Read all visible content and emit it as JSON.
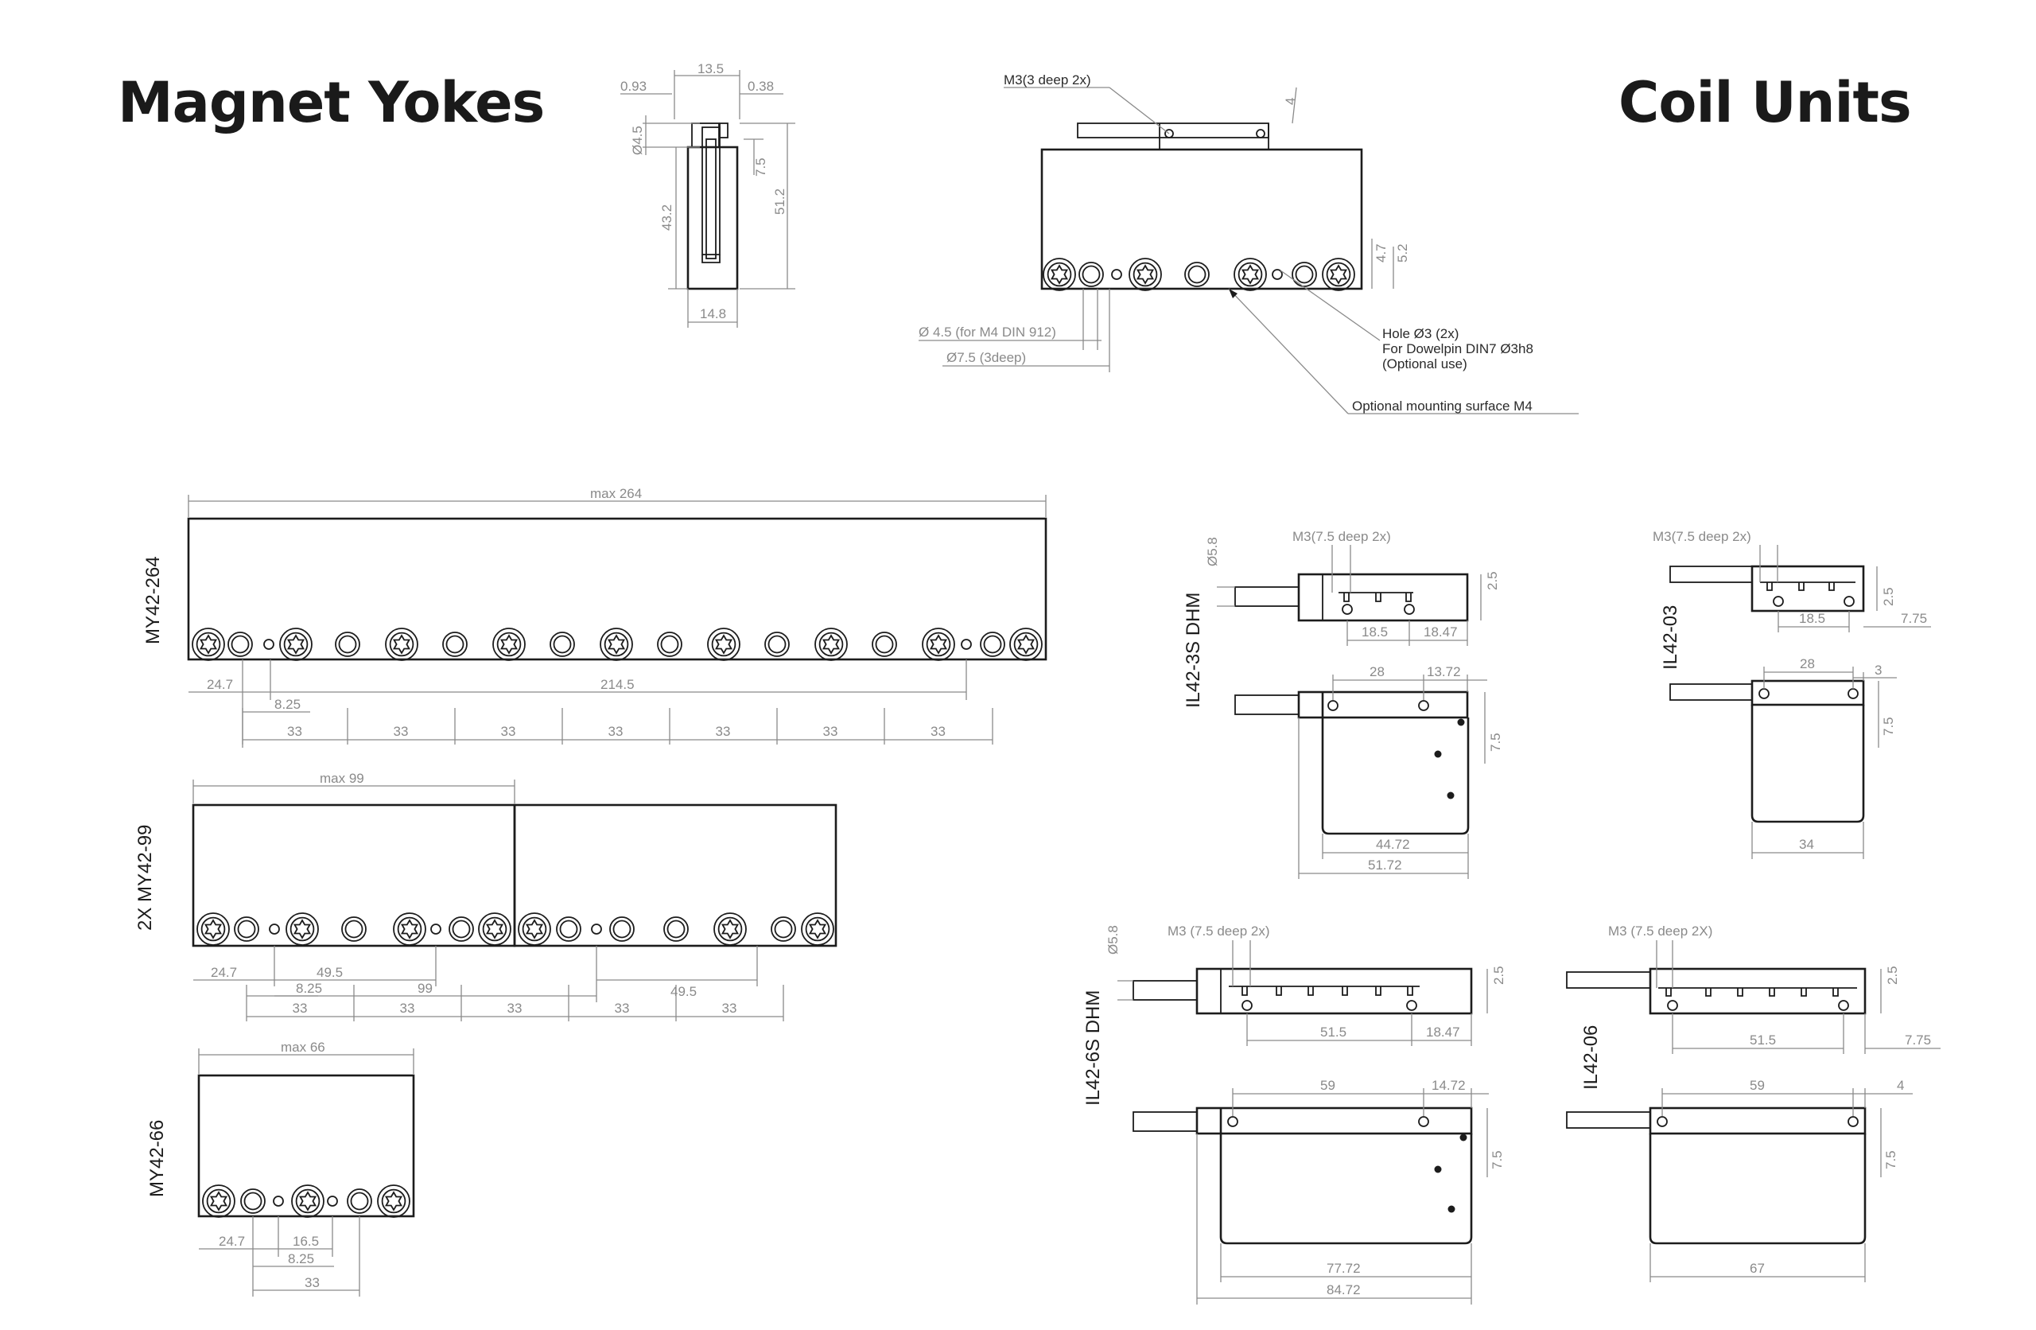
{
  "titles": {
    "magnet_yokes": "Magnet Yokes",
    "coil_units": "Coil Units"
  },
  "side_view": {
    "d_13_5": "13.5",
    "d_0_93": "0.93",
    "d_0_38": "0.38",
    "d_phi_4_5": "Ø4.5",
    "d_7_5": "7.5",
    "d_43_2": "43.2",
    "d_51_2": "51.2",
    "d_14_8": "14.8"
  },
  "front_view": {
    "m3_note": "M3(3 deep 2x)",
    "d_4": "4",
    "d_4_7": "4.7",
    "d_5_2": "5.2",
    "hole_note_1": "Hole Ø3 (2x)",
    "hole_note_2": "For Dowelpin DIN7 Ø3h8",
    "hole_note_3": "(Optional use)",
    "bolt_note": "Ø 4.5 (for M4 DIN 912)",
    "counter_note": "Ø7.5 (3deep)",
    "mount_note": "Optional mounting surface M4"
  },
  "my264": {
    "label": "MY42-264",
    "max": "max 264",
    "d_24_7": "24.7",
    "d_8_25": "8.25",
    "d_214_5": "214.5",
    "d_33": "33"
  },
  "my99": {
    "label": "2X MY42-99",
    "max": "max 99",
    "d_24_7": "24.7",
    "d_49_5": "49.5",
    "d_8_25": "8.25",
    "d_99": "99",
    "d_33": "33"
  },
  "my66": {
    "label": "MY42-66",
    "max": "max 66",
    "d_24_7": "24.7",
    "d_16_5": "16.5",
    "d_8_25": "8.25",
    "d_33": "33"
  },
  "il3s": {
    "label": "IL42-3S DHM",
    "m3": "M3(7.5 deep 2x)",
    "d_phi_5_8": "Ø5.8",
    "d_2_5": "2.5",
    "d_18_5": "18.5",
    "d_18_47": "18.47",
    "d_28": "28",
    "d_13_72": "13.72",
    "d_7_5": "7.5",
    "d_44_72": "44.72",
    "d_51_72": "51.72"
  },
  "il03": {
    "label": "IL42-03",
    "m3": "M3(7.5 deep 2x)",
    "d_2_5": "2.5",
    "d_18_5": "18.5",
    "d_7_75": "7.75",
    "d_28": "28",
    "d_3": "3",
    "d_7_5": "7.5",
    "d_34": "34"
  },
  "il6s": {
    "label": "IL42-6S DHM",
    "m3": "M3 (7.5 deep 2x)",
    "d_phi_5_8": "Ø5.8",
    "d_2_5": "2.5",
    "d_51_5": "51.5",
    "d_18_47": "18.47",
    "d_59": "59",
    "d_14_72": "14.72",
    "d_7_5": "7.5",
    "d_77_72": "77.72",
    "d_84_72": "84.72"
  },
  "il06": {
    "label": "IL42-06",
    "m3": "M3 (7.5 deep 2X)",
    "d_2_5": "2.5",
    "d_51_5": "51.5",
    "d_7_75": "7.75",
    "d_59": "59",
    "d_4": "4",
    "d_7_5": "7.5",
    "d_67": "67"
  }
}
